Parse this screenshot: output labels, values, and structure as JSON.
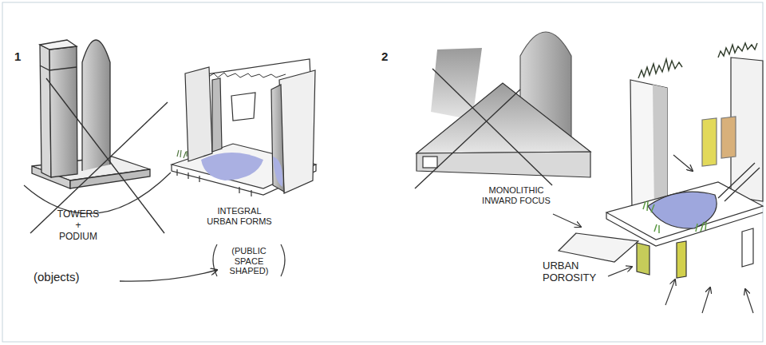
{
  "diagram": {
    "labels": [
      "1",
      "TOWERS + PODIUM",
      "(objects)",
      "INTEGRAL URBAN FORMS",
      "(PUBLIC SPACE SHAPED)",
      "2",
      "MONOLITHIC INWARD FOCUS",
      "URBAN POROSITY"
    ]
  }
}
